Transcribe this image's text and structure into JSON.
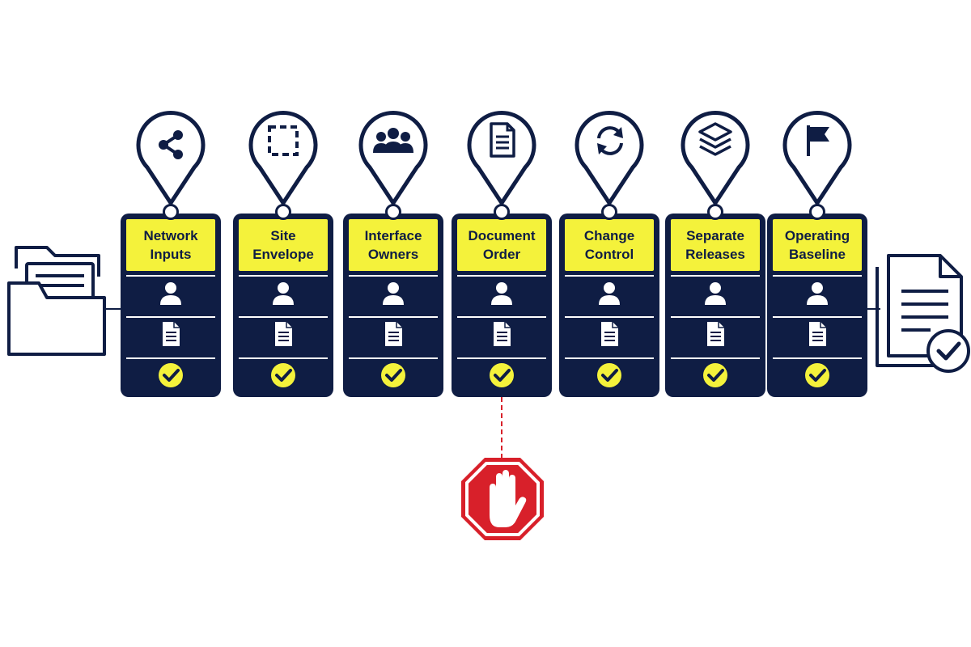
{
  "colors": {
    "navy": "#0f1d44",
    "highlight": "#f4f23b",
    "stop_red": "#d8202a",
    "background": "#ffffff"
  },
  "steps": [
    {
      "title": "Network\nInputs",
      "icon": "share-icon"
    },
    {
      "title": "Site\nEnvelope",
      "icon": "dashed-square-icon"
    },
    {
      "title": "Interface\nOwners",
      "icon": "group-icon"
    },
    {
      "title": "Document\nOrder",
      "icon": "document-icon"
    },
    {
      "title": "Change\nControl",
      "icon": "sync-icon"
    },
    {
      "title": "Separate\nReleases",
      "icon": "layers-icon"
    },
    {
      "title": "Operating\nBaseline",
      "icon": "flag-icon"
    }
  ],
  "row_icons": [
    "user-icon",
    "document-icon",
    "check-icon"
  ],
  "start_icon": "open-folder-icon",
  "end_icon": "approved-document-icon",
  "stop_icon": "stop-hand-icon",
  "stop_step": "Document\nOrder"
}
